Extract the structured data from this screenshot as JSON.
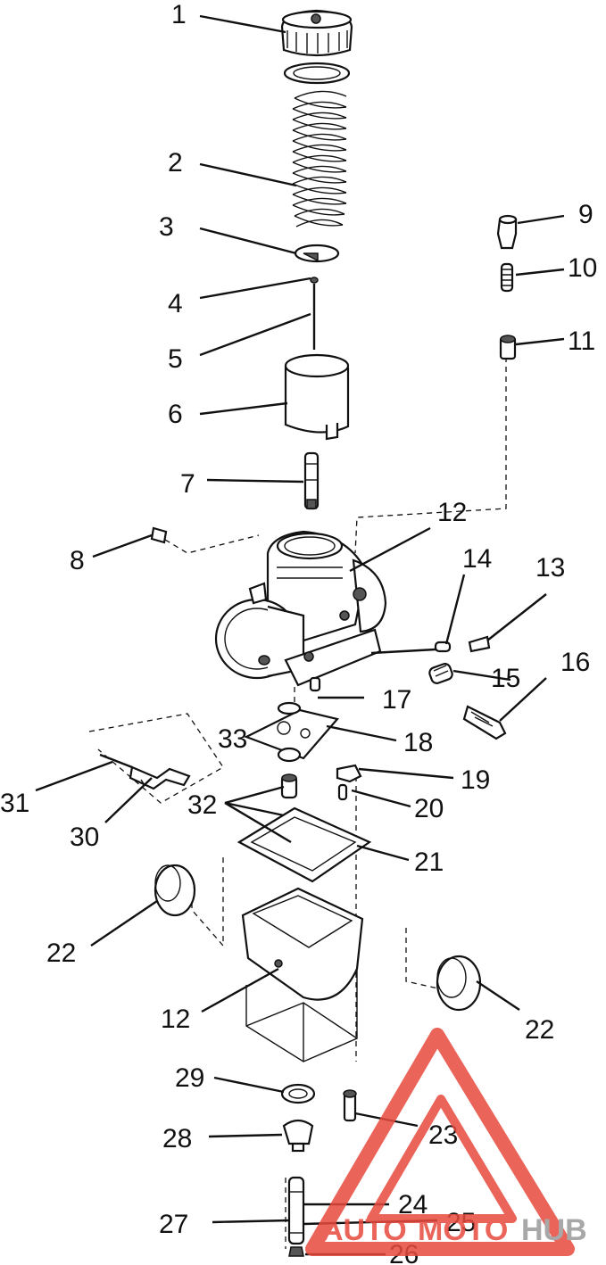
{
  "callouts": [
    {
      "id": "1",
      "label": "1"
    },
    {
      "id": "2",
      "label": "2"
    },
    {
      "id": "3",
      "label": "3"
    },
    {
      "id": "4",
      "label": "4"
    },
    {
      "id": "5",
      "label": "5"
    },
    {
      "id": "6",
      "label": "6"
    },
    {
      "id": "7",
      "label": "7"
    },
    {
      "id": "8",
      "label": "8"
    },
    {
      "id": "9",
      "label": "9"
    },
    {
      "id": "10",
      "label": "10"
    },
    {
      "id": "11",
      "label": "11"
    },
    {
      "id": "12a",
      "label": "12"
    },
    {
      "id": "13",
      "label": "13"
    },
    {
      "id": "14",
      "label": "14"
    },
    {
      "id": "15",
      "label": "15"
    },
    {
      "id": "16",
      "label": "16"
    },
    {
      "id": "17",
      "label": "17"
    },
    {
      "id": "18",
      "label": "18"
    },
    {
      "id": "19",
      "label": "19"
    },
    {
      "id": "20",
      "label": "20"
    },
    {
      "id": "21",
      "label": "21"
    },
    {
      "id": "22a",
      "label": "22"
    },
    {
      "id": "22b",
      "label": "22"
    },
    {
      "id": "12b",
      "label": "12"
    },
    {
      "id": "23",
      "label": "23"
    },
    {
      "id": "24",
      "label": "24"
    },
    {
      "id": "25",
      "label": "25"
    },
    {
      "id": "26",
      "label": "26"
    },
    {
      "id": "27",
      "label": "27"
    },
    {
      "id": "28",
      "label": "28"
    },
    {
      "id": "29",
      "label": "29"
    },
    {
      "id": "30",
      "label": "30"
    },
    {
      "id": "31",
      "label": "31"
    },
    {
      "id": "32",
      "label": "32"
    },
    {
      "id": "33",
      "label": "33"
    }
  ],
  "watermark": {
    "part1": "AUTO",
    "part2": "MOTO",
    "part3": "HUB",
    "color_primary": "#e8493d",
    "color_secondary": "#9a9a9a"
  }
}
